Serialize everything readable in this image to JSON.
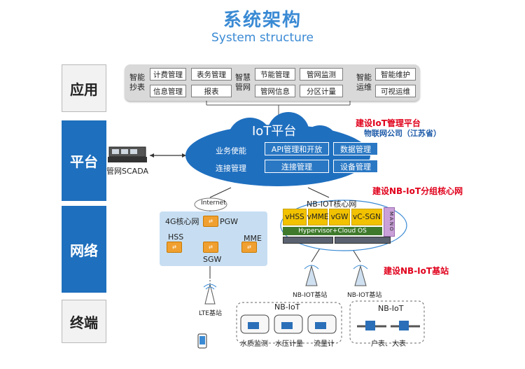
{
  "header": {
    "title": "系统架构",
    "subtitle": "System structure"
  },
  "layers": [
    "应用",
    "平台",
    "网络",
    "终端"
  ],
  "application": {
    "group1_label": "智能\n抄表",
    "group1_items": [
      "计费管理",
      "信息管理"
    ],
    "group2_items_left": [
      "表务管理",
      "报表"
    ],
    "group2_label": "智慧\n管网",
    "group2_items_right": [
      "节能管理",
      "管网信息"
    ],
    "group2_items_far": [
      "管网监测",
      "分区计量"
    ],
    "group3_label": "智能\n运维",
    "group3_items": [
      "智能维护",
      "可视运维"
    ]
  },
  "platform": {
    "cloud_title": "IoT平台",
    "row1_label": "业务使能",
    "row1_items": [
      "API管理和开放",
      "数据管理"
    ],
    "row2_label": "连接管理",
    "row2_items": [
      "连接管理",
      "设备管理"
    ],
    "scada_label": "管网SCADA",
    "note_red": "建设IoT管理平台",
    "note_blue": "物联网公司（江苏省）"
  },
  "network": {
    "core4g_label": "4G核心网",
    "internet_label": "Internet",
    "pgw": "PGW",
    "hss": "HSS",
    "mme": "MME",
    "sgw": "SGW",
    "lte_label": "LTE基站",
    "nbcore_cloud": "NB-IOT核心网",
    "nbcore_note": "建设NB-IoT分组核心网",
    "vnfs": [
      "vHSS",
      "vMME",
      "vGW",
      "vC-SGN"
    ],
    "mano": "MANO",
    "hypervisor": "Hypervisor+Cloud OS",
    "bs_note": "建设NB-IoT基站",
    "nb_bs1": "NB-IOT基站",
    "nb_bs2": "NB-IOT基站"
  },
  "terminal": {
    "nb1_label": "NB-IoT",
    "nb1_items": [
      "水质监测",
      "水压计量",
      "流量计"
    ],
    "nb2_label": "NB-IoT",
    "nb2_caption": "户表、大表"
  },
  "colors": {
    "title": "#3a8ad4",
    "layer_dark": "#1e6fbd",
    "cloud": "#1f6fbf",
    "note_red": "#e0001b",
    "core_yellow": "#f2c200"
  }
}
